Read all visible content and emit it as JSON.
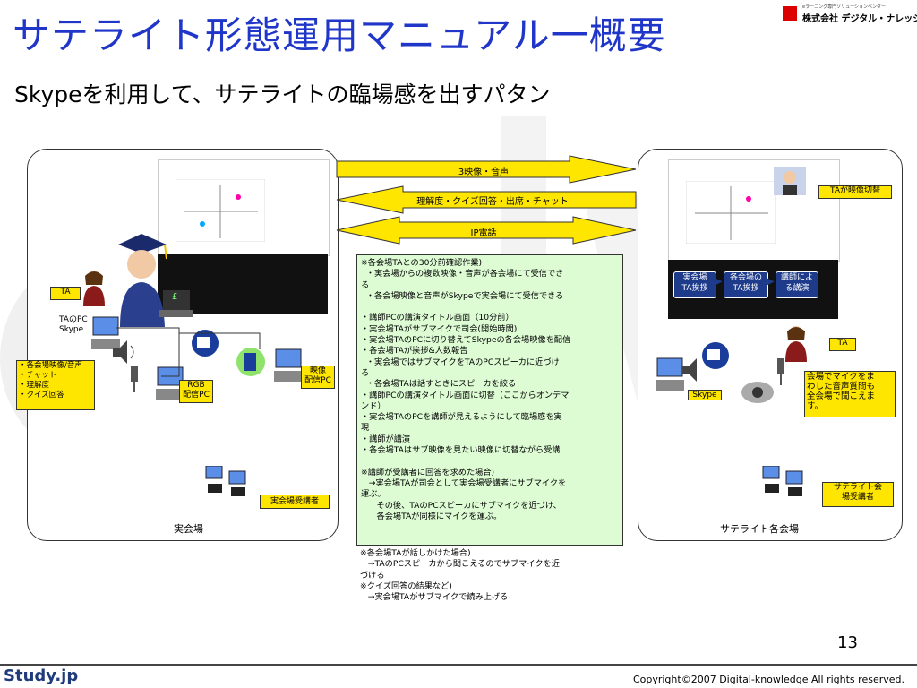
{
  "title": "サテライト形態運用マニュアル一概要",
  "subtitle": "Skypeを利用して、サテライトの臨場感を出すパタン",
  "logo": {
    "tagline": "eラーニング専門ソリューションベンダー",
    "company": "株式会社 デジタル・ナレッジ"
  },
  "arrows": {
    "video_audio": "3映像・音声",
    "feedback": "理解度・クイズ回答・出席・チャット",
    "ip_phone": "IP電話"
  },
  "left_venue": {
    "name": "実会場",
    "ta_label": "TA",
    "ta_pc_skype": "TAのPC\nSkype",
    "info_list": "・各会場映像/音声\n・チャット\n・理解度\n・クイズ回答",
    "rgb_pc": "RGB\n配信PC",
    "video_pc": "映像\n配信PC",
    "attendees": "実会場受講者",
    "laptop_screen": "£"
  },
  "right_venue": {
    "name": "サテライト各会場",
    "ta_switch": "TAが映像切替",
    "step1": "実会場\nTA挨拶",
    "step2": "各会場の\nTA挨拶",
    "step3": "講師によ\nる講演",
    "ta_label": "TA",
    "mic_note": "会場でマイクをま\nわした音声質問も\n全会場で聞こえま\nす。",
    "skype": "Skype",
    "attendees": "サテライト会\n場受講者"
  },
  "notes": "※各会場TAとの30分前確認作業)\n  ・実会場からの複数映像・音声が各会場にて受信でき\nる\n  ・各会場映像と音声がSkypeで実会場にて受信できる\n\n・講師PCの講演タイトル画面（10分前）\n・実会場TAがサブマイクで司会(開始時間)\n・実会場TAのPCに切り替えてSkypeの各会場映像を配信\n・各会場TAが挨拶&人数報告\n  ・実会場ではサブマイクをTAのPCスピーカに近づけ\nる\n  ・各会場TAは話すときにスピーカを絞る\n・講師PCの講演タイトル画面に切替（ここからオンデマ\nンド）\n・実会場TAのPCを講師が見えるようにして臨場感を実\n現\n・講師が講演\n・各会場TAはサブ映像を見たい映像に切替ながら受講\n\n※講師が受講者に回答を求めた場合)\n   →実会場TAが司会として実会場受講者にサブマイクを\n運ぶ。\n      その後、TAのPCスピーカにサブマイクを近づけ、\n      各会場TAが同様にマイクを運ぶ。",
  "notes_extra": "※各会場TAが話しかけた場合)\n   →TAのPCスピーカから聞こえるのでサブマイクを近\nづける\n※クイズ回答の結果など)\n   →実会場TAがサブマイクで読み上げる",
  "page_number": "13",
  "footer_brand": "Study.jp",
  "copyright": "Copyright©2007 Digital-knowledge All rights reserved.",
  "colors": {
    "title": "#1f36c9",
    "label_bg": "#ffe600",
    "notes_bg": "#ddfcd4",
    "step_bg": "#1e3a8a"
  }
}
